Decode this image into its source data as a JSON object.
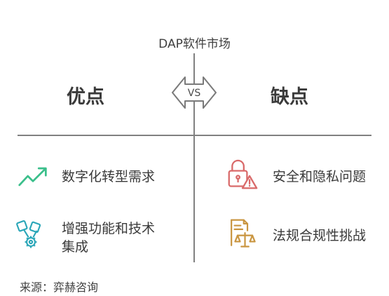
{
  "diagram": {
    "title": "DAP软件市场",
    "vs_label": "VS",
    "left_heading": "优点",
    "right_heading": "缺点",
    "pros": [
      {
        "text": "数字化转型需求",
        "icon": "trend-up-icon"
      },
      {
        "text": "增强功能和技术集成",
        "icon": "gears-icon"
      }
    ],
    "cons": [
      {
        "text": "安全和隐私问题",
        "icon": "lock-warning-icon"
      },
      {
        "text": "法规合规性挑战",
        "icon": "legal-scale-icon"
      }
    ],
    "source": "来源：弈赫咨询",
    "colors": {
      "pros_accent": "#3bbf8b",
      "gears_accent": "#2aa6b8",
      "cons_lock": "#d96a6a",
      "cons_legal": "#c99540",
      "divider": "#808080"
    }
  }
}
